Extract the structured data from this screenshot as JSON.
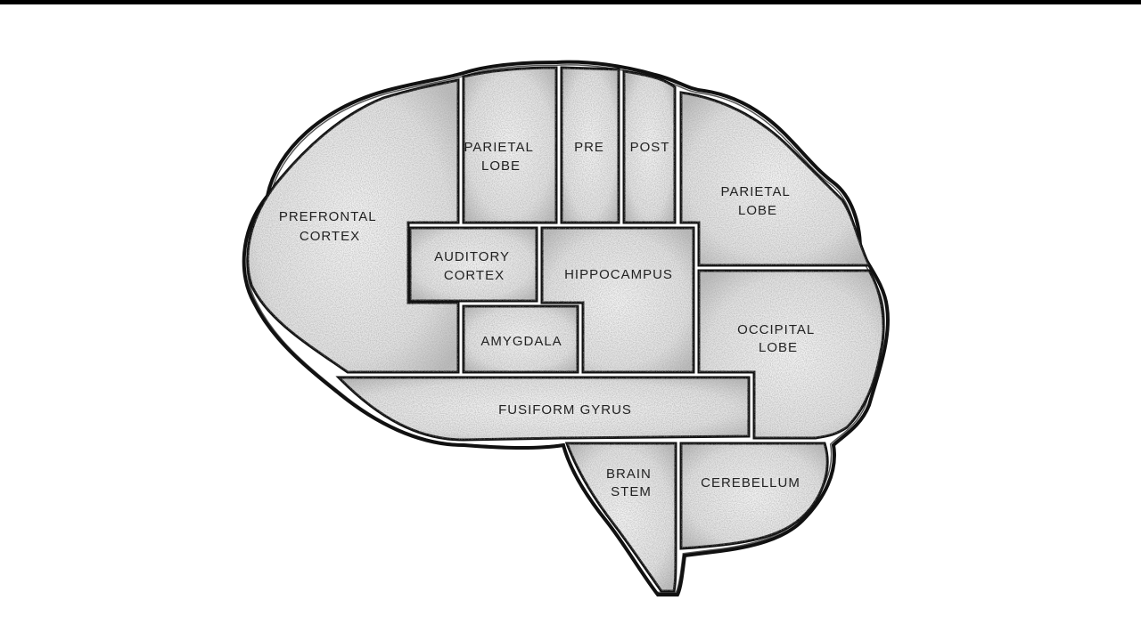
{
  "regions": {
    "prefrontal_cortex": [
      "PREFRONTAL",
      "CORTEX"
    ],
    "parietal_lobe_front": [
      "PARIETAL",
      "LOBE"
    ],
    "pre": [
      "PRE"
    ],
    "post": [
      "POST"
    ],
    "parietal_lobe_back": [
      "PARIETAL",
      "LOBE"
    ],
    "auditory_cortex": [
      "AUDITORY",
      "CORTEX"
    ],
    "hippocampus": [
      "HIPPOCAMPUS"
    ],
    "amygdala": [
      "AMYGDALA"
    ],
    "occipital_lobe": [
      "OCCIPITAL",
      "LOBE"
    ],
    "fusiform_gyrus": [
      "FUSIFORM GYRUS"
    ],
    "brain_stem": [
      "BRAIN",
      "STEM"
    ],
    "cerebellum": [
      "CEREBELLUM"
    ]
  },
  "colors": {
    "ink": "#111111",
    "fill": "#ececec",
    "stipple": "#9a9a9a",
    "background": "#ffffff",
    "top_bar": "#000000"
  }
}
